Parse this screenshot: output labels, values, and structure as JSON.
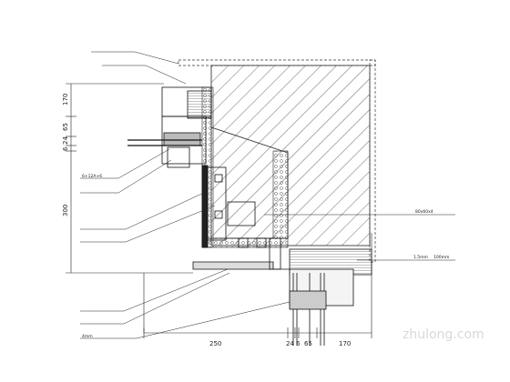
{
  "dimensions": {
    "left": [
      "170",
      "65",
      "24",
      "6",
      "300"
    ],
    "bottom": [
      "250",
      "24",
      "6",
      "65",
      "170"
    ]
  },
  "notes_left": [
    "",
    "",
    "6+12A+6",
    "",
    "",
    "",
    "",
    "",
    "",
    "",
    "4mm"
  ],
  "notes_right": [
    "80x60x4",
    "1.5mm",
    "100mm"
  ],
  "watermark": "zhulong.com",
  "colors": {
    "line": "#222222",
    "hatch": "#444444"
  }
}
